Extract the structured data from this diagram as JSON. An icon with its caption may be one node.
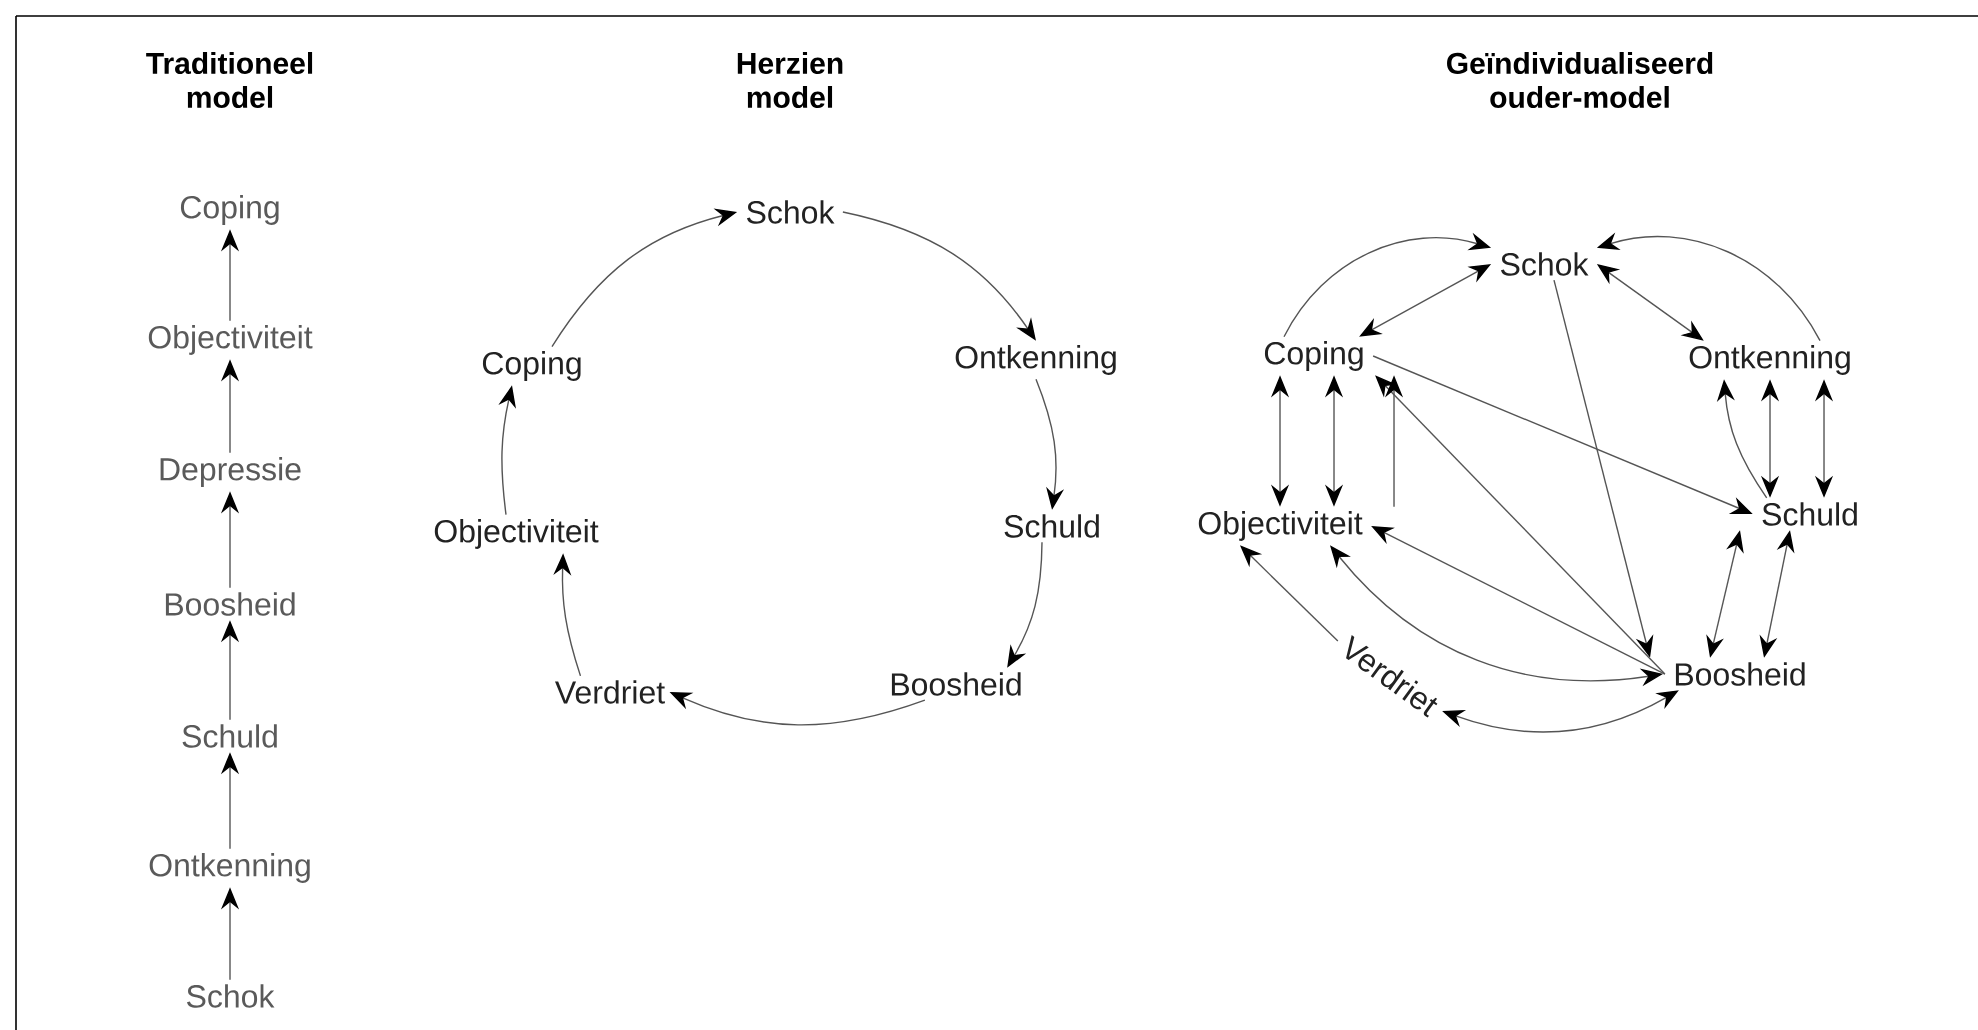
{
  "diagram": {
    "nodes": [
      {
        "text": [
          "Coping"
        ]
      },
      {
        "text": [
          "Objectiviteit"
        ]
      },
      {
        "text": [
          "Depressie"
        ]
      },
      {
        "text": [
          "Boosheid"
        ]
      },
      {
        "text": [
          "Schuld"
        ]
      },
      {
        "text": [
          "Ontkenning"
        ]
      },
      {
        "text": [
          "Schok"
        ]
      },
      {
        "text": [
          "Schok"
        ]
      },
      {
        "text": [
          "Ontkenning"
        ]
      },
      {
        "text": [
          "Schuld"
        ]
      },
      {
        "text": [
          "Boosheid"
        ]
      },
      {
        "text": [
          "Verdriet"
        ]
      },
      {
        "text": [
          "Objectiviteit"
        ]
      },
      {
        "text": [
          "Coping"
        ]
      },
      {
        "text": [
          "Schok"
        ]
      },
      {
        "text": [
          "Ontkenning"
        ]
      },
      {
        "text": [
          "Schuld"
        ]
      },
      {
        "text": [
          "Boosheid"
        ]
      },
      {
        "text": [
          "Verdriet"
        ]
      },
      {
        "text": [
          "Objectiviteit"
        ]
      },
      {
        "text": [
          "Coping"
        ]
      }
    ],
    "edges": [
      {
        "from": 6,
        "to": 5,
        "arrow": "to"
      },
      {
        "from": 5,
        "to": 4,
        "arrow": "to"
      },
      {
        "from": 4,
        "to": 3,
        "arrow": "to"
      },
      {
        "from": 3,
        "to": 2,
        "arrow": "to"
      },
      {
        "from": 2,
        "to": 1,
        "arrow": "to"
      },
      {
        "from": 1,
        "to": 0,
        "arrow": "to"
      },
      {
        "from": 7,
        "to": 8,
        "arrow": "to"
      },
      {
        "from": 8,
        "to": 9,
        "arrow": "to"
      },
      {
        "from": 9,
        "to": 10,
        "arrow": "to"
      },
      {
        "from": 10,
        "to": 11,
        "arrow": "to"
      },
      {
        "from": 11,
        "to": 12,
        "arrow": "to"
      },
      {
        "from": 12,
        "to": 13,
        "arrow": "to"
      },
      {
        "from": 13,
        "to": 7,
        "arrow": "to"
      },
      {
        "from": 20,
        "to": 14,
        "arrow": "to"
      },
      {
        "from": 20,
        "to": 14,
        "arrow": "both"
      },
      {
        "from": 15,
        "to": 14,
        "arrow": "to"
      },
      {
        "from": 14,
        "to": 15,
        "arrow": "both"
      },
      {
        "from": 15,
        "to": 16,
        "arrow": "both"
      },
      {
        "from": 15,
        "to": 16,
        "arrow": "both"
      },
      {
        "from": 16,
        "to": 15,
        "arrow": "to"
      },
      {
        "from": 20,
        "to": 16,
        "arrow": "to"
      },
      {
        "from": 14,
        "to": 17,
        "arrow": "to"
      },
      {
        "from": 16,
        "to": 17,
        "arrow": "both"
      },
      {
        "from": 16,
        "to": 17,
        "arrow": "both"
      },
      {
        "from": 17,
        "to": 20,
        "arrow": "to"
      },
      {
        "from": 17,
        "to": 19,
        "arrow": "to"
      },
      {
        "from": 20,
        "to": 19,
        "arrow": "both"
      },
      {
        "from": 20,
        "to": 19,
        "arrow": "both"
      },
      {
        "from": 19,
        "to": 20,
        "arrow": "to"
      },
      {
        "from": 19,
        "to": 17,
        "arrow": "both"
      },
      {
        "from": 18,
        "to": 19,
        "arrow": "to"
      },
      {
        "from": 18,
        "to": 17,
        "arrow": "both"
      }
    ],
    "labels": [
      "Traditioneel model",
      "Herzien model",
      "Geïndividualiseerd ouder-model"
    ]
  }
}
